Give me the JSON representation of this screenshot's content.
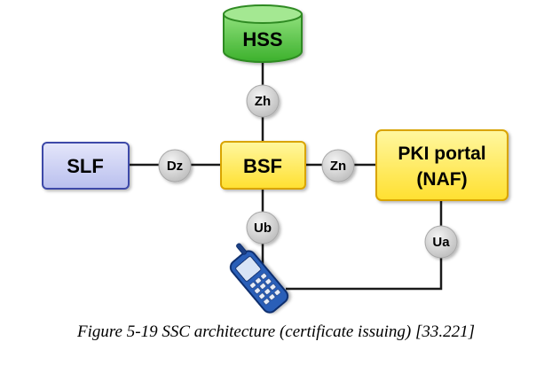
{
  "nodes": {
    "hss": {
      "label": "HSS"
    },
    "bsf": {
      "label": "BSF"
    },
    "slf": {
      "label": "SLF"
    },
    "naf": {
      "label_line1": "PKI portal",
      "label_line2": "(NAF)"
    },
    "ue": {
      "icon": "mobile-phone-icon"
    }
  },
  "reference_points": {
    "zh": "Zh",
    "dz": "Dz",
    "zn": "Zn",
    "ub": "Ub",
    "ua": "Ua"
  },
  "caption": "Figure 5-19 SSC architecture (certificate issuing) [33.221]",
  "colors": {
    "hss_fill": "#4cc63c",
    "bsf_fill": "#ffe84a",
    "naf_fill": "#ffe84a",
    "slf_fill": "#c9cdf2",
    "slf_border": "#3e4aa8",
    "yellow_border": "#d9a400",
    "green_border": "#2f8a22",
    "ref_circle": "#cfcfcf",
    "line": "#1a1a1a",
    "phone_body": "#2a5fb8"
  }
}
